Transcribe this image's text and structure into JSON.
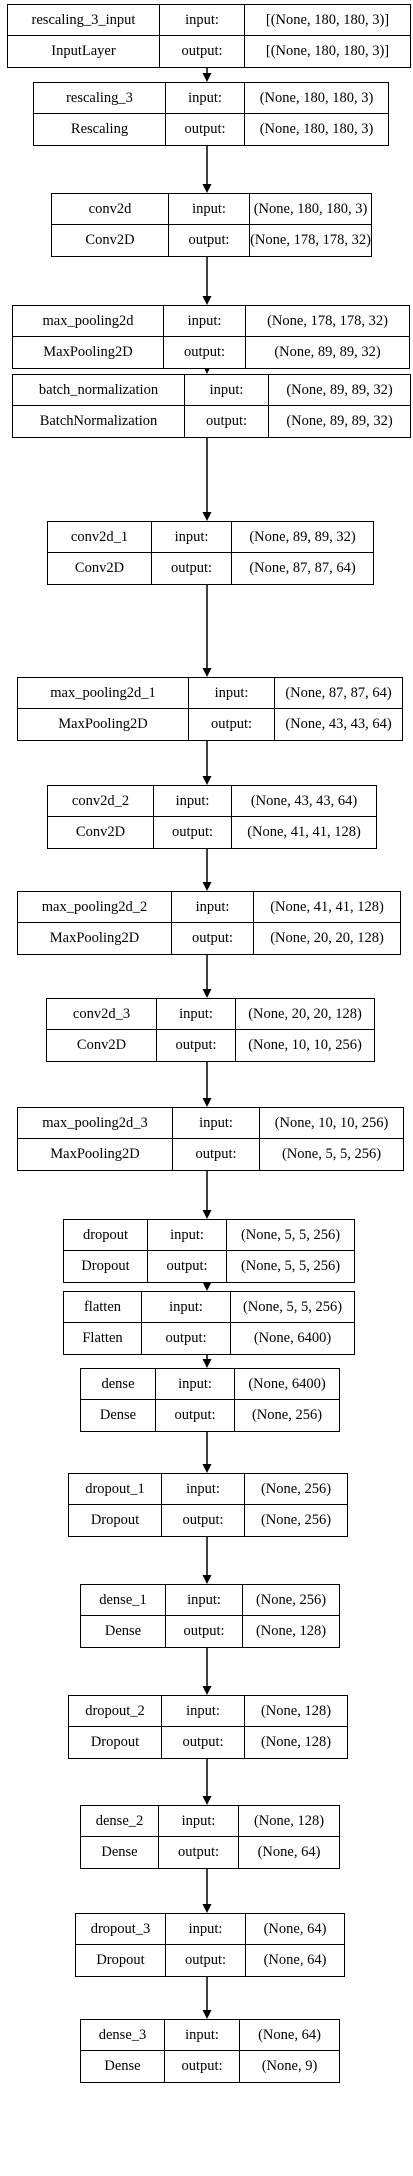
{
  "layers": [
    {
      "name": "rescaling_3_input",
      "cls": "InputLayer",
      "input_label": "input:",
      "input": "[(None, 180, 180, 3)]",
      "output_label": "output:",
      "output": "[(None, 180, 180, 3)]"
    },
    {
      "name": "rescaling_3",
      "cls": "Rescaling",
      "input_label": "input:",
      "input": "(None, 180, 180, 3)",
      "output_label": "output:",
      "output": "(None, 180, 180, 3)"
    },
    {
      "name": "conv2d",
      "cls": "Conv2D",
      "input_label": "input:",
      "input": "(None, 180, 180, 3)",
      "output_label": "output:",
      "output": "(None, 178, 178, 32)"
    },
    {
      "name": "max_pooling2d",
      "cls": "MaxPooling2D",
      "input_label": "input:",
      "input": "(None, 178, 178, 32)",
      "output_label": "output:",
      "output": "(None, 89, 89, 32)"
    },
    {
      "name": "batch_normalization",
      "cls": "BatchNormalization",
      "input_label": "input:",
      "input": "(None, 89, 89, 32)",
      "output_label": "output:",
      "output": "(None, 89, 89, 32)"
    },
    {
      "name": "conv2d_1",
      "cls": "Conv2D",
      "input_label": "input:",
      "input": "(None, 89, 89, 32)",
      "output_label": "output:",
      "output": "(None, 87, 87, 64)"
    },
    {
      "name": "max_pooling2d_1",
      "cls": "MaxPooling2D",
      "input_label": "input:",
      "input": "(None, 87, 87, 64)",
      "output_label": "output:",
      "output": "(None, 43, 43, 64)"
    },
    {
      "name": "conv2d_2",
      "cls": "Conv2D",
      "input_label": "input:",
      "input": "(None, 43, 43, 64)",
      "output_label": "output:",
      "output": "(None, 41, 41, 128)"
    },
    {
      "name": "max_pooling2d_2",
      "cls": "MaxPooling2D",
      "input_label": "input:",
      "input": "(None, 41, 41, 128)",
      "output_label": "output:",
      "output": "(None, 20, 20, 128)"
    },
    {
      "name": "conv2d_3",
      "cls": "Conv2D",
      "input_label": "input:",
      "input": "(None, 20, 20, 128)",
      "output_label": "output:",
      "output": "(None, 10, 10, 256)"
    },
    {
      "name": "max_pooling2d_3",
      "cls": "MaxPooling2D",
      "input_label": "input:",
      "input": "(None, 10, 10, 256)",
      "output_label": "output:",
      "output": "(None, 5, 5, 256)"
    },
    {
      "name": "dropout",
      "cls": "Dropout",
      "input_label": "input:",
      "input": "(None, 5, 5, 256)",
      "output_label": "output:",
      "output": "(None, 5, 5, 256)"
    },
    {
      "name": "flatten",
      "cls": "Flatten",
      "input_label": "input:",
      "input": "(None, 5, 5, 256)",
      "output_label": "output:",
      "output": "(None, 6400)"
    },
    {
      "name": "dense",
      "cls": "Dense",
      "input_label": "input:",
      "input": "(None, 6400)",
      "output_label": "output:",
      "output": "(None, 256)"
    },
    {
      "name": "dropout_1",
      "cls": "Dropout",
      "input_label": "input:",
      "input": "(None, 256)",
      "output_label": "output:",
      "output": "(None, 256)"
    },
    {
      "name": "dense_1",
      "cls": "Dense",
      "input_label": "input:",
      "input": "(None, 256)",
      "output_label": "output:",
      "output": "(None, 128)"
    },
    {
      "name": "dropout_2",
      "cls": "Dropout",
      "input_label": "input:",
      "input": "(None, 128)",
      "output_label": "output:",
      "output": "(None, 128)"
    },
    {
      "name": "dense_2",
      "cls": "Dense",
      "input_label": "input:",
      "input": "(None, 128)",
      "output_label": "output:",
      "output": "(None, 64)"
    },
    {
      "name": "dropout_3",
      "cls": "Dropout",
      "input_label": "input:",
      "input": "(None, 64)",
      "output_label": "output:",
      "output": "(None, 64)"
    },
    {
      "name": "dense_3",
      "cls": "Dense",
      "input_label": "input:",
      "input": "(None, 64)",
      "output_label": "output:",
      "output": "(None, 9)"
    }
  ]
}
